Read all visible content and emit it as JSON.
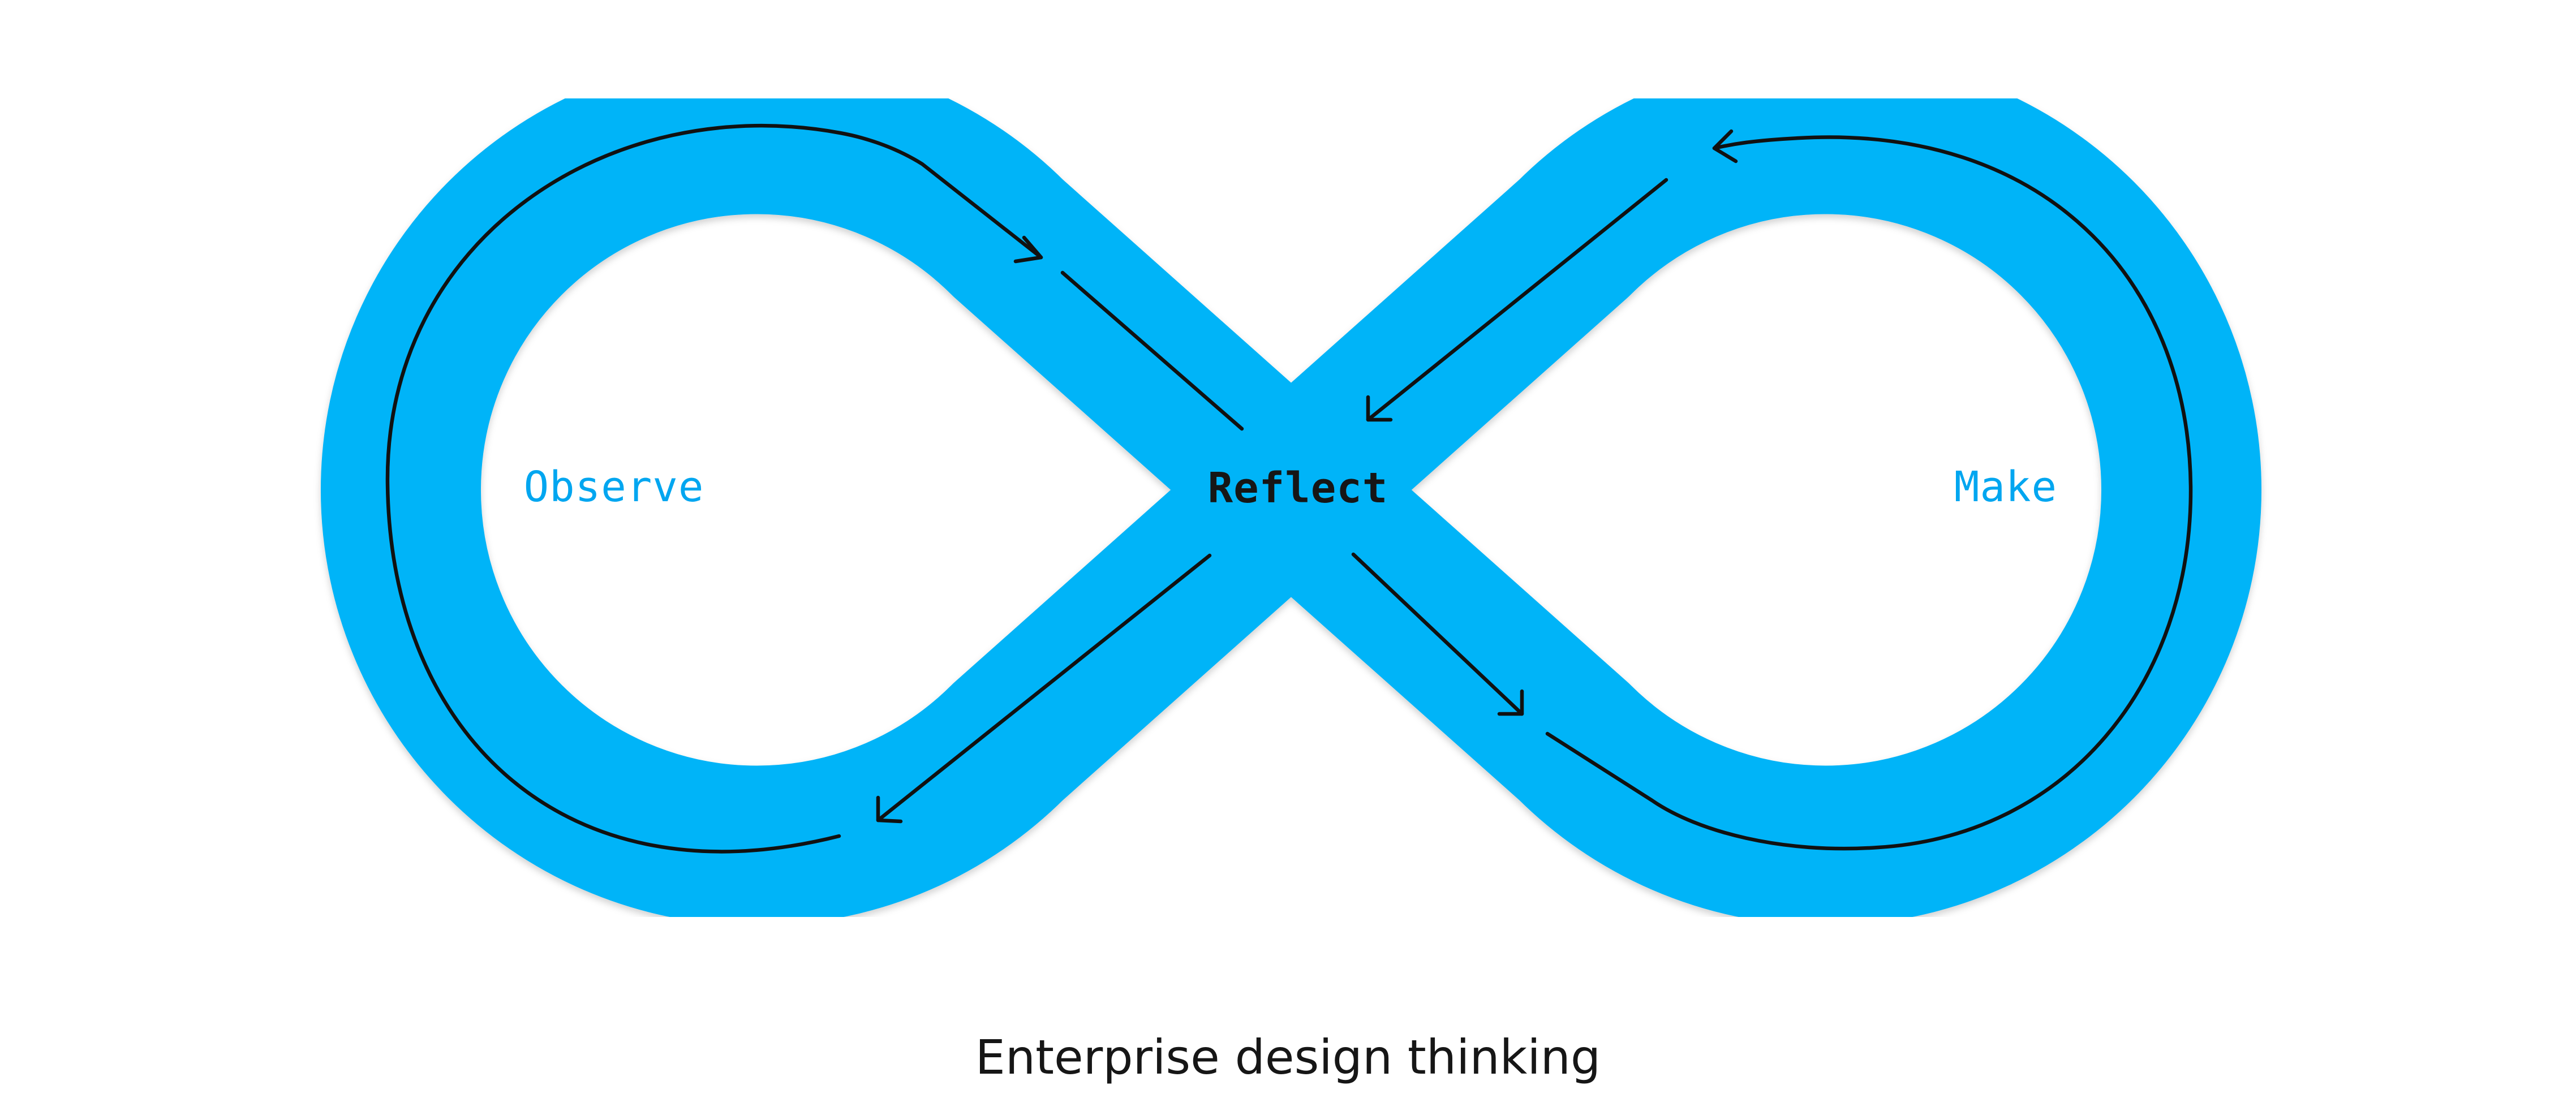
{
  "diagram": {
    "stages": {
      "left": "Observe",
      "center": "Reflect",
      "right": "Make"
    },
    "caption": "Enterprise design thinking"
  },
  "colors": {
    "loop": "#00b4f8",
    "stage_label": "#00a6f0",
    "center_label": "#161616",
    "arrows": "#111111",
    "caption": "#161616",
    "background": "#ffffff"
  }
}
